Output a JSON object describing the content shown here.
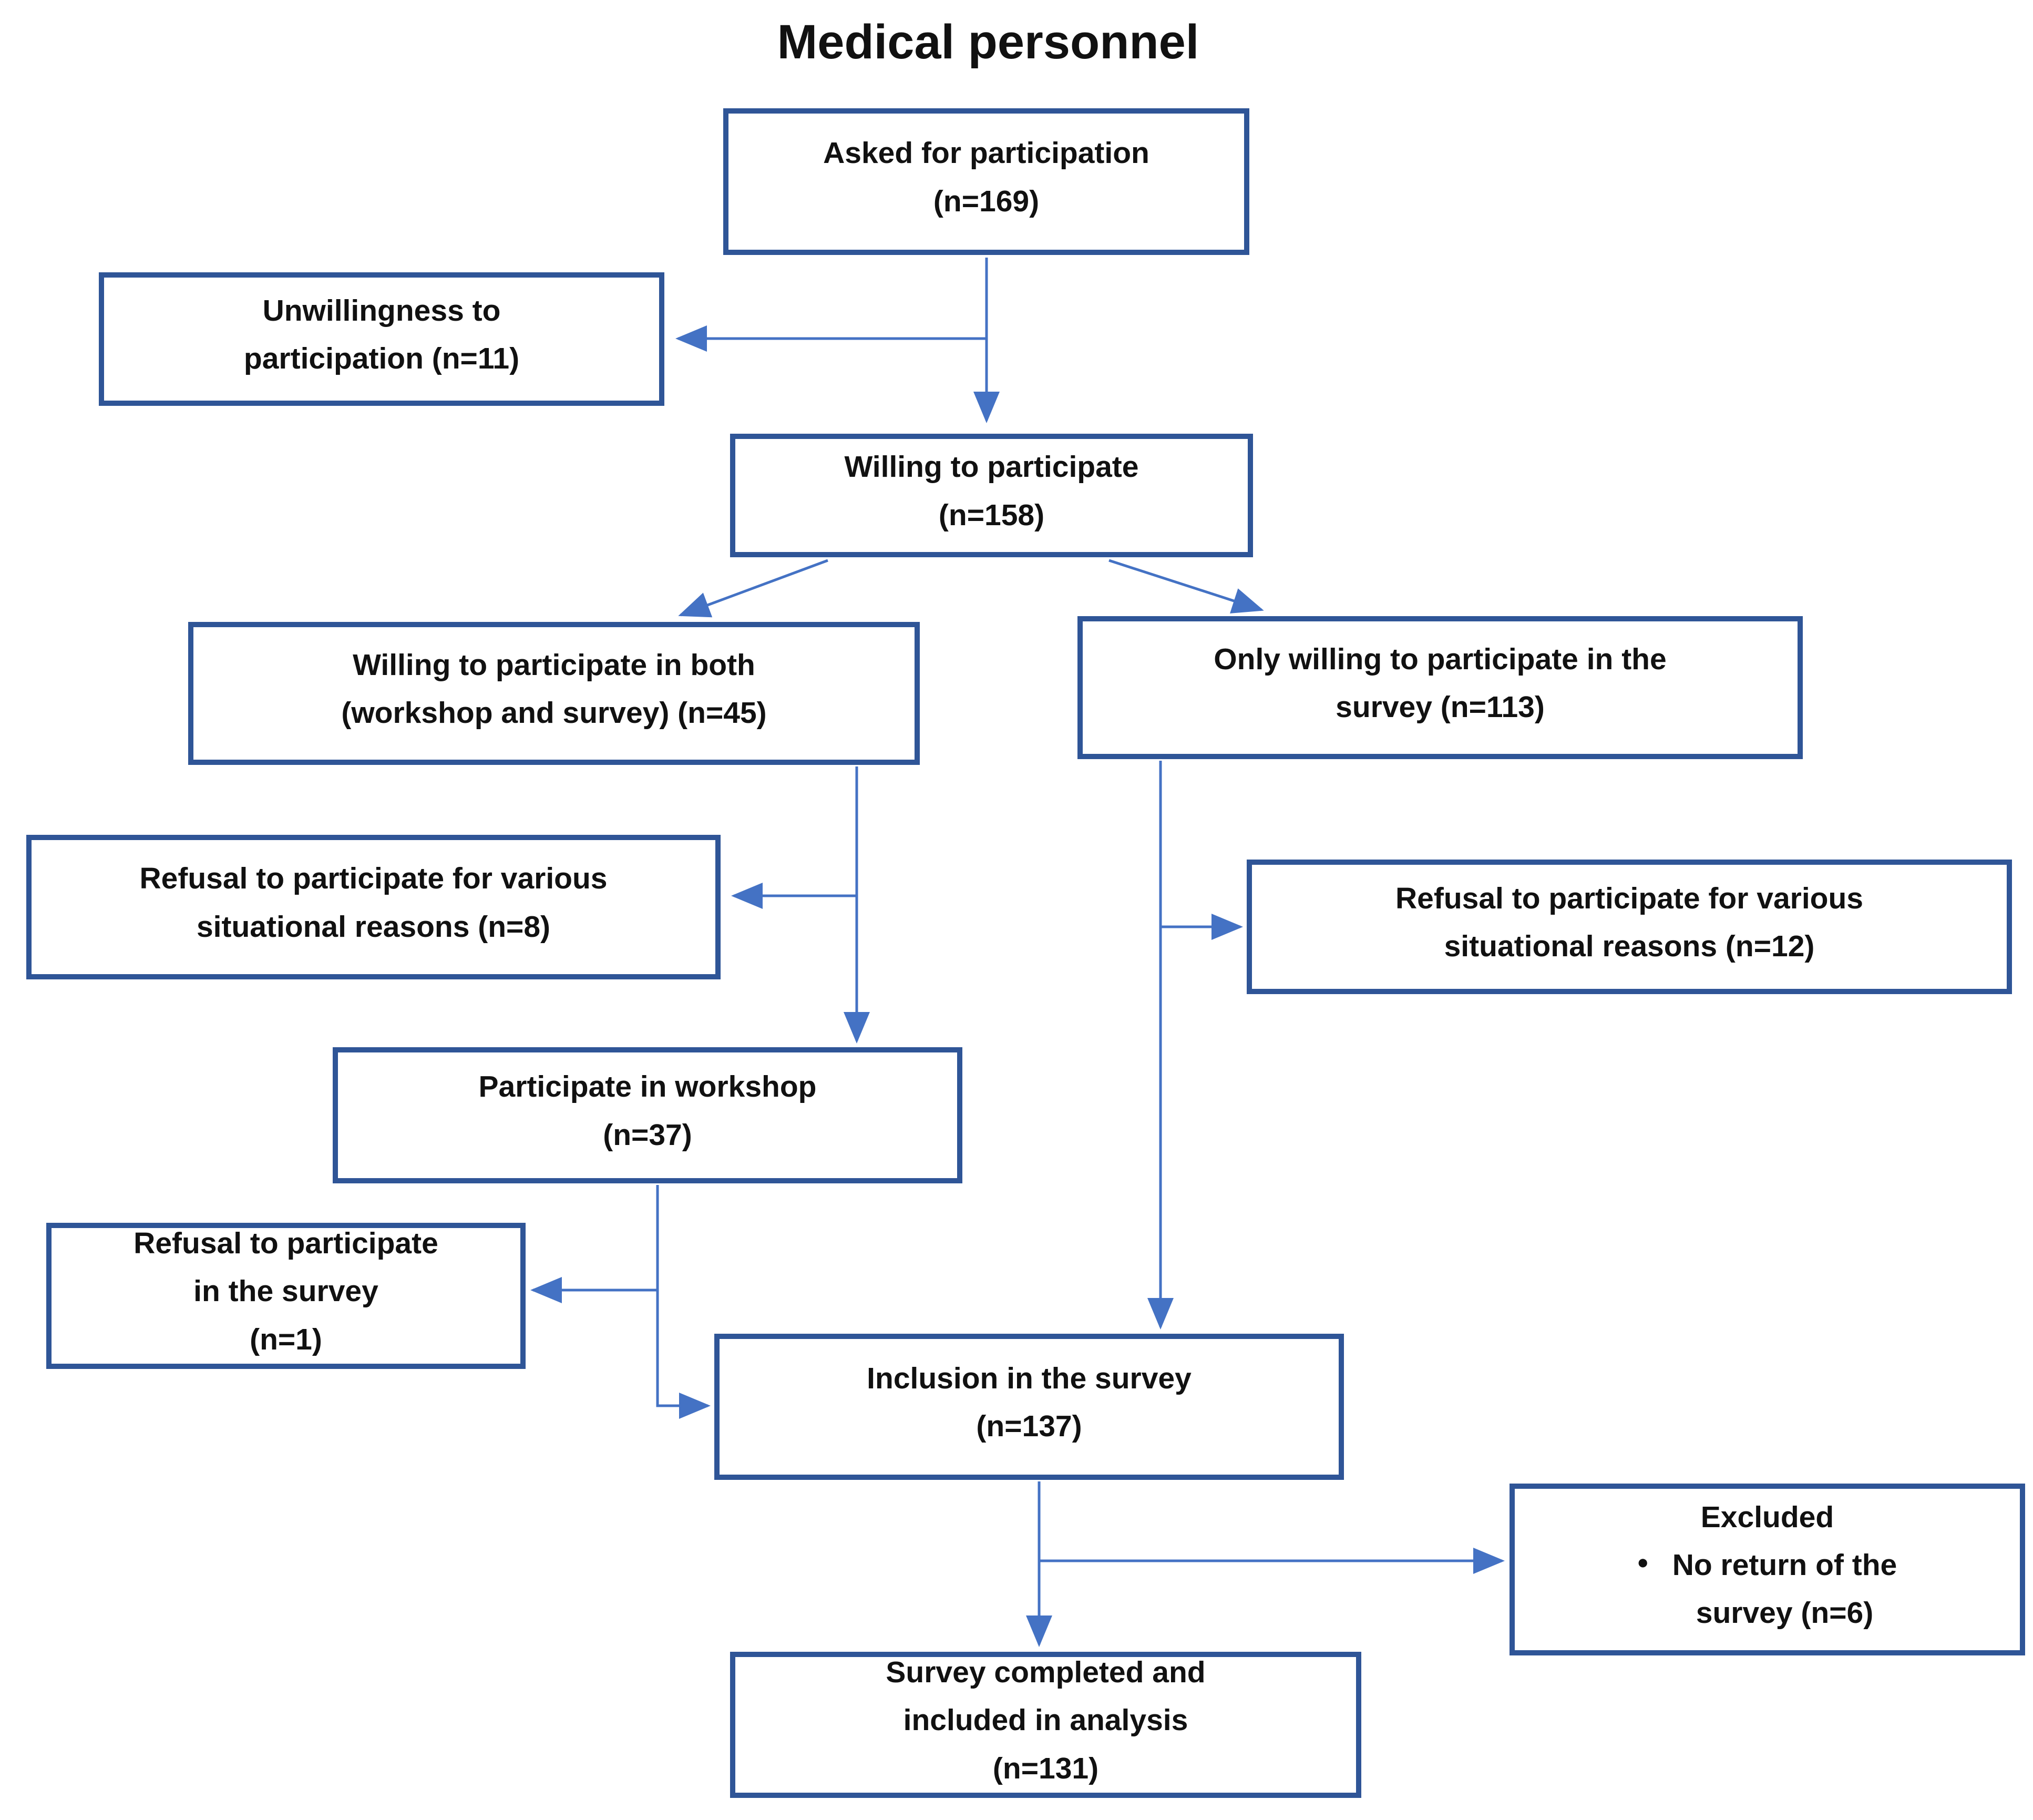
{
  "title": "Medical personnel",
  "boxes": {
    "asked": {
      "text": "Asked for participation\n(n=169)"
    },
    "unwilling": {
      "text": "Unwillingness to\nparticipation (n=11)"
    },
    "willing": {
      "text": "Willing to participate\n(n=158)"
    },
    "willing_both": {
      "text": "Willing to participate in both\n(workshop and survey) (n=45)"
    },
    "only_survey": {
      "text": "Only willing to participate in the\nsurvey (n=113)"
    },
    "refusal_situational_8": {
      "text": "Refusal to participate for various\nsituational reasons (n=8)"
    },
    "refusal_situational_12": {
      "text": "Refusal to participate for various\nsituational reasons (n=12)"
    },
    "workshop": {
      "text": "Participate in workshop\n(n=37)"
    },
    "refusal_survey_1": {
      "text": "Refusal to participate\nin the survey\n(n=1)"
    },
    "inclusion": {
      "text": "Inclusion in the survey\n(n=137)"
    },
    "excluded": {
      "title": "Excluded",
      "bullet": "•",
      "bullet_text": "No return of the\nsurvey (n=6)"
    },
    "final": {
      "text": "Survey completed and\nincluded in analysis\n(n=131)"
    }
  },
  "colors": {
    "box_border": "#2F5597",
    "connector": "#4472C4",
    "text": "#111111",
    "background": "#FFFFFF"
  }
}
